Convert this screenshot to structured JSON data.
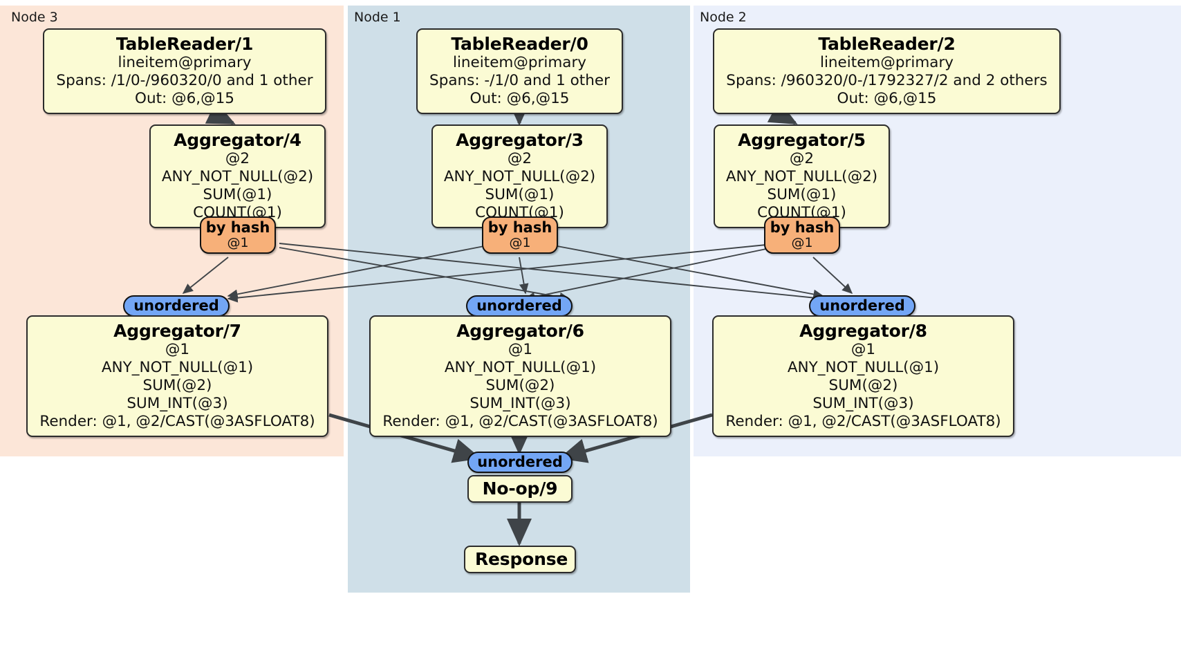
{
  "diagram": {
    "type": "distributed-query-plan",
    "colors": {
      "node3_panel": "#fce6d8",
      "node1_panel": "#cfdfe8",
      "node2_panel": "#ebf0fb",
      "box_fill": "#fbfbd4",
      "box_border": "#2b2b2b",
      "hash_badge": "#f7b079",
      "unordered_badge": "#73a6f5",
      "edge": "#3f4448"
    }
  },
  "panels": [
    {
      "label": "Node 3"
    },
    {
      "label": "Node 1"
    },
    {
      "label": "Node 2"
    }
  ],
  "readers": [
    {
      "title": "TableReader/1",
      "table": "lineitem@primary",
      "spans": "Spans: /1/0-/960320/0 and 1 other",
      "out": "Out: @6,@15"
    },
    {
      "title": "TableReader/0",
      "table": "lineitem@primary",
      "spans": "Spans: -/1/0 and 1 other",
      "out": "Out: @6,@15"
    },
    {
      "title": "TableReader/2",
      "table": "lineitem@primary",
      "spans": "Spans: /960320/0-/1792327/2 and 2 others",
      "out": "Out: @6,@15"
    }
  ],
  "agg_stage1": [
    {
      "title": "Aggregator/4",
      "group": "@2",
      "f1": "ANY_NOT_NULL(@2)",
      "f2": "SUM(@1)",
      "f3": "COUNT(@1)"
    },
    {
      "title": "Aggregator/3",
      "group": "@2",
      "f1": "ANY_NOT_NULL(@2)",
      "f2": "SUM(@1)",
      "f3": "COUNT(@1)"
    },
    {
      "title": "Aggregator/5",
      "group": "@2",
      "f1": "ANY_NOT_NULL(@2)",
      "f2": "SUM(@1)",
      "f3": "COUNT(@1)"
    }
  ],
  "hash_badges": [
    {
      "label": "by hash",
      "col": "@1"
    },
    {
      "label": "by hash",
      "col": "@1"
    },
    {
      "label": "by hash",
      "col": "@1"
    }
  ],
  "unordered_mid": [
    {
      "label": "unordered"
    },
    {
      "label": "unordered"
    },
    {
      "label": "unordered"
    }
  ],
  "agg_stage2": [
    {
      "title": "Aggregator/7",
      "group": "@1",
      "f1": "ANY_NOT_NULL(@1)",
      "f2": "SUM(@2)",
      "f3": "SUM_INT(@3)",
      "render": "Render: @1, @2/CAST(@3ASFLOAT8)"
    },
    {
      "title": "Aggregator/6",
      "group": "@1",
      "f1": "ANY_NOT_NULL(@1)",
      "f2": "SUM(@2)",
      "f3": "SUM_INT(@3)",
      "render": "Render: @1, @2/CAST(@3ASFLOAT8)"
    },
    {
      "title": "Aggregator/8",
      "group": "@1",
      "f1": "ANY_NOT_NULL(@1)",
      "f2": "SUM(@2)",
      "f3": "SUM_INT(@3)",
      "render": "Render: @1, @2/CAST(@3ASFLOAT8)"
    }
  ],
  "final": {
    "unordered": "unordered",
    "noop": "No-op/9",
    "response": "Response"
  }
}
